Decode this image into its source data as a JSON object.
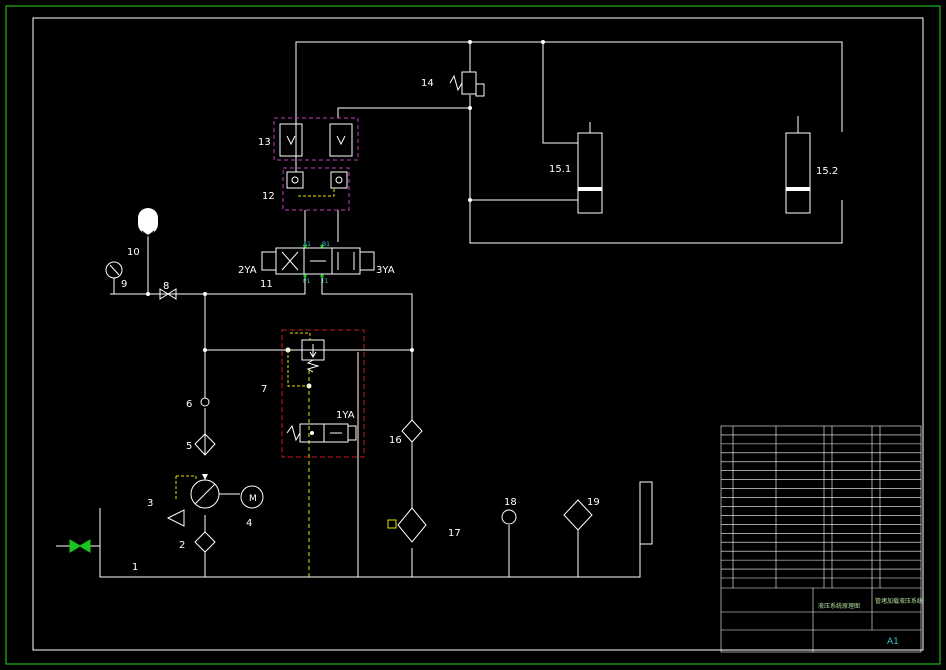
{
  "colors": {
    "background": "#000000",
    "frame": "#1db31d",
    "line": "#ffffff",
    "dash_magenta": "#c040c0",
    "dash_red": "#c81e1e",
    "dash_yellow": "#e8e000",
    "green_text": "#30d030",
    "cyan_text": "#30c8c8",
    "valve_green": "#18c818",
    "titleblock_text": "#b0e0a0"
  },
  "labels": {
    "n1": "1",
    "n2": "2",
    "n3": "3",
    "n4": "4",
    "n5": "5",
    "n6": "6",
    "n7": "7",
    "n8": "8",
    "n9": "9",
    "n10": "10",
    "n11": "11",
    "n12": "12",
    "n13": "13",
    "n14": "14",
    "n15_1": "15.1",
    "n15_2": "15.2",
    "n16": "16",
    "n17": "17",
    "n18": "18",
    "n19": "19",
    "sol_1ya": "1YA",
    "sol_2ya": "2YA",
    "sol_3ya": "3YA",
    "port_a1": "A1",
    "port_b1": "B1",
    "port_p1": "P1",
    "port_t1": "T1",
    "motor": "M"
  },
  "title_block": {
    "drawing_name": "管堵加载液压系统",
    "sheet_size": "A1",
    "subtitle": "液压系统原理图",
    "bom_rows": 17
  }
}
